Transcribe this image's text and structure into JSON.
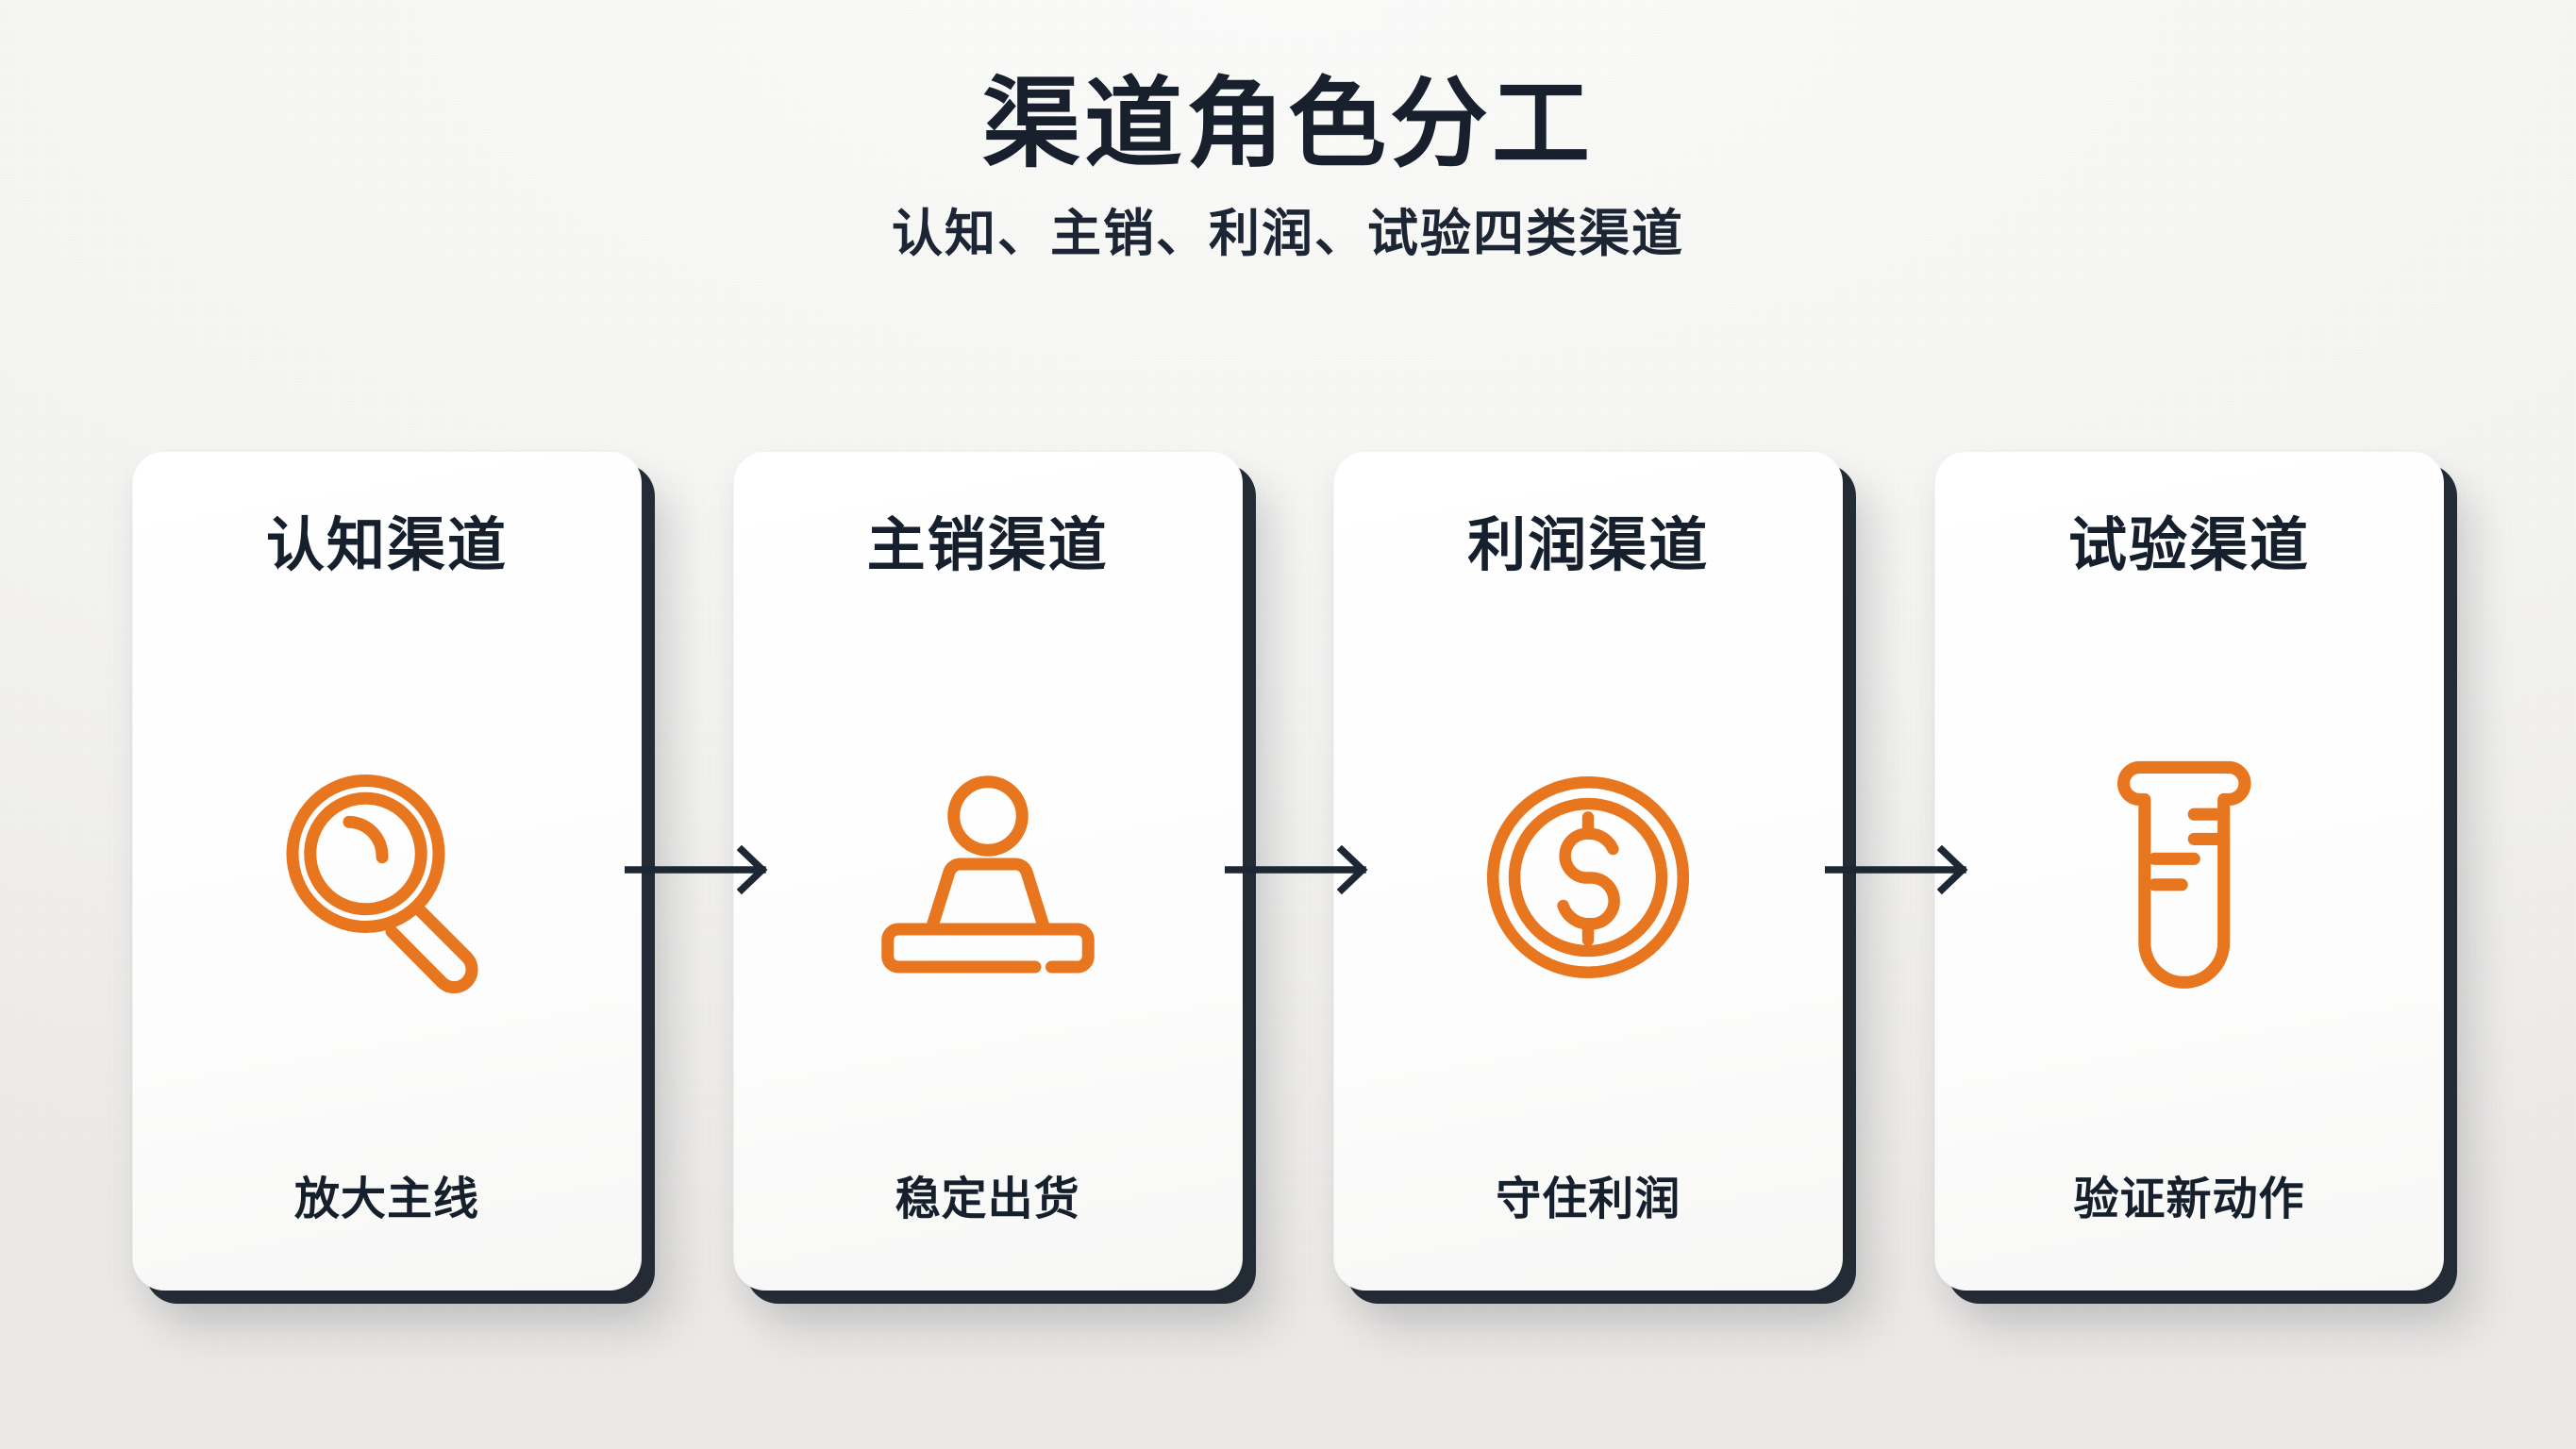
{
  "header": {
    "title": "渠道角色分工",
    "subtitle": "认知、主销、利润、试验四类渠道"
  },
  "theme": {
    "accent": "#e8761e",
    "text": "#16202d",
    "background": "#f4f4f2",
    "card_background": "#ffffff",
    "card_outline": "#242c36",
    "arrow": "#1d2733"
  },
  "cards": [
    {
      "title": "认知渠道",
      "icon": "magnifier-icon",
      "caption": "放大主线"
    },
    {
      "title": "主销渠道",
      "icon": "person-icon",
      "caption": "稳定出货"
    },
    {
      "title": "利润渠道",
      "icon": "dollar-coin-icon",
      "caption": "守住利润"
    },
    {
      "title": "试验渠道",
      "icon": "test-tube-icon",
      "caption": "验证新动作"
    }
  ],
  "arrows": [
    {
      "name": "arrow-1",
      "direction": "right"
    },
    {
      "name": "arrow-2",
      "direction": "right"
    },
    {
      "name": "arrow-3",
      "direction": "right"
    }
  ]
}
